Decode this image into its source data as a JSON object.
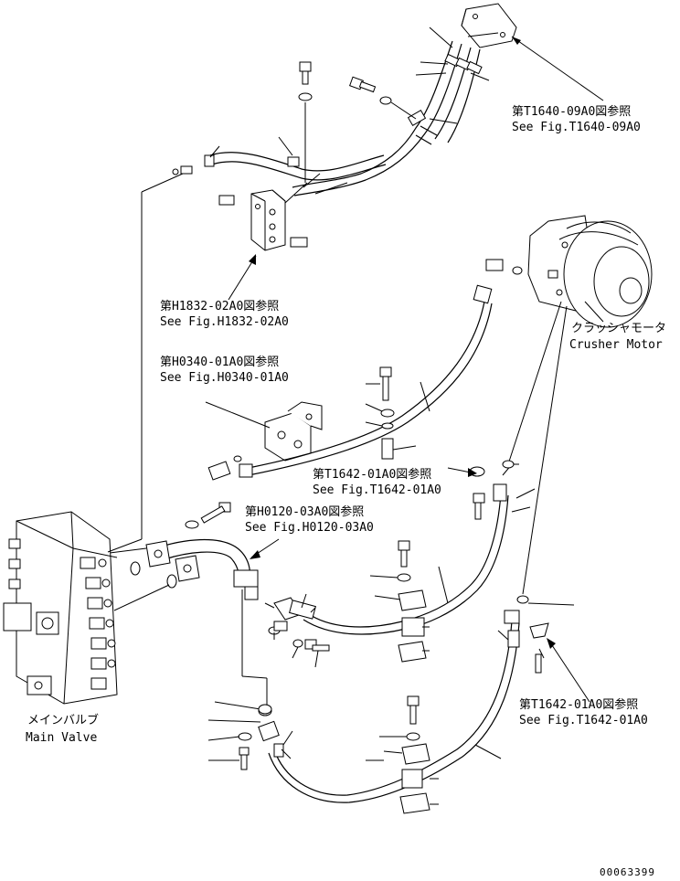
{
  "references": {
    "t1640_jp": "第T1640-09A0図参照",
    "t1640_en": "See Fig.T1640-09A0",
    "h1832_jp": "第H1832-02A0図参照",
    "h1832_en": "See Fig.H1832-02A0",
    "h0340_jp": "第H0340-01A0図参照",
    "h0340_en": "See Fig.H0340-01A0",
    "t1642a_jp": "第T1642-01A0図参照",
    "t1642a_en": "See Fig.T1642-01A0",
    "h0120_jp": "第H0120-03A0図参照",
    "h0120_en": "See Fig.H0120-03A0",
    "t1642b_jp": "第T1642-01A0図参照",
    "t1642b_en": "See Fig.T1642-01A0"
  },
  "components": {
    "crusher_motor_jp": "クラッシャモータ",
    "crusher_motor_en": "Crusher Motor",
    "main_valve_jp": "メインバルブ",
    "main_valve_en": "Main Valve"
  },
  "drawing_number": "00063399"
}
